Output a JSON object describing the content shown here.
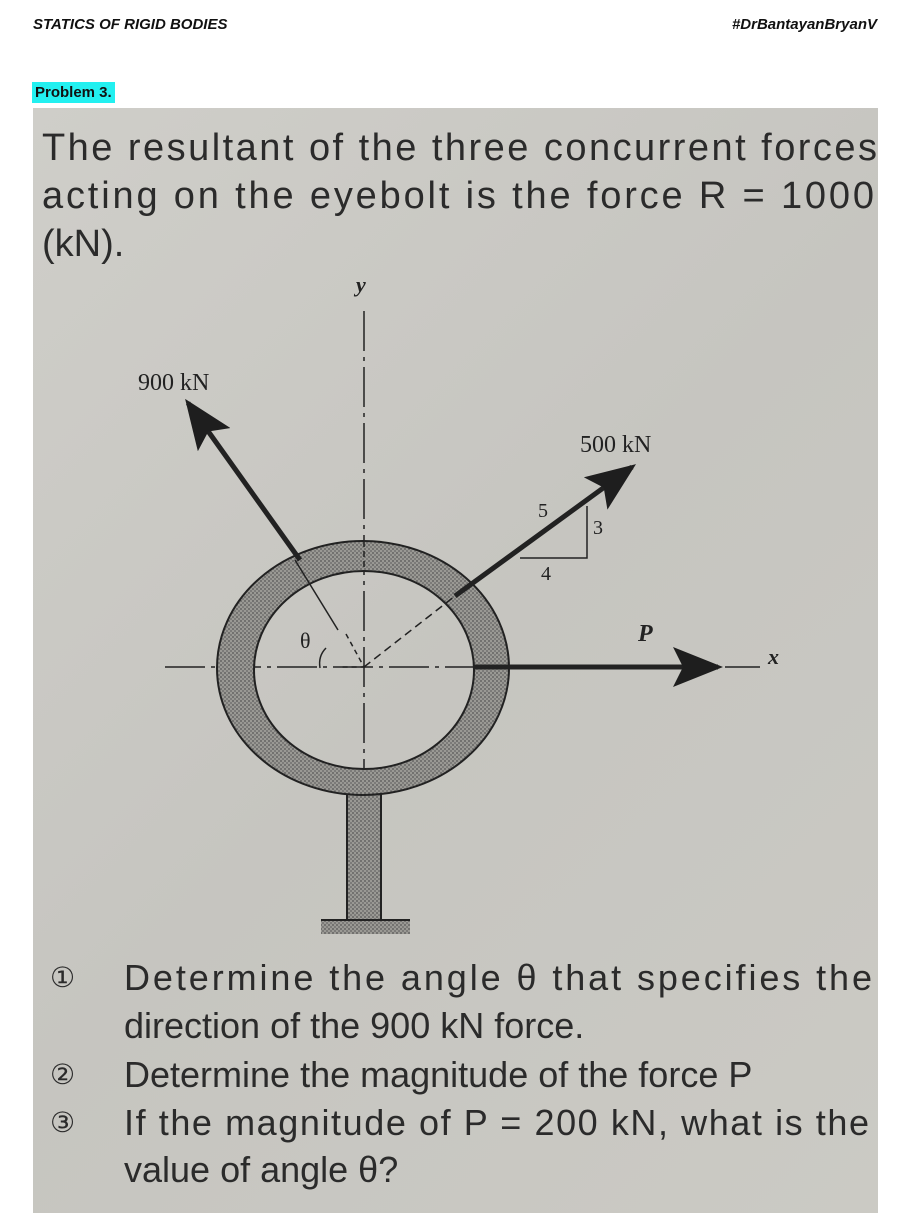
{
  "header": {
    "left": "STATICS OF RIGID BODIES",
    "right": "#DrBantayanBryanV"
  },
  "problem_label": "Problem 3.",
  "statement": {
    "lines": [
      "The resultant of the three concurrent forces",
      "acting on the eyebolt is the force R = 1000",
      "(kN)."
    ]
  },
  "diagram": {
    "axis_x": "x",
    "axis_y": "y",
    "force_900": "900 kN",
    "force_500": "500 kN",
    "force_p": "P",
    "angle": "θ",
    "slope_hyp": "5",
    "slope_rise": "3",
    "slope_run": "4"
  },
  "questions": [
    {
      "marker": "①",
      "lines": [
        "Determine the angle θ that specifies the",
        "direction of the 900 kN force."
      ]
    },
    {
      "marker": "②",
      "lines": [
        "Determine the magnitude of the force P"
      ]
    },
    {
      "marker": "③",
      "lines": [
        "If the magnitude of P = 200 kN, what is the",
        "value of angle θ?"
      ]
    }
  ]
}
